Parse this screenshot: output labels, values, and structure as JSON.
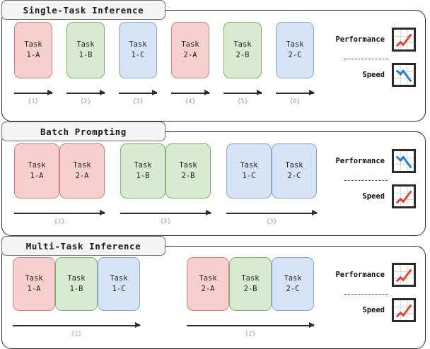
{
  "palette": {
    "red_fill": "#f6cfce",
    "red_border": "#cf8280",
    "green_fill": "#d9ead3",
    "green_border": "#86b06a",
    "blue_fill": "#d7e4f7",
    "blue_border": "#8aa6d6",
    "line_up": "#e8402a",
    "line_down": "#1f7fd4",
    "panel_border": "#2b2b2b",
    "step_label": "#9a9a9a"
  },
  "legend_common": {
    "performance_label": "Performance",
    "speed_label": "Speed"
  },
  "sections": [
    {
      "title": "Single-Task Inference",
      "groups": [
        {
          "cards": [
            {
              "l1": "Task",
              "l2": "1-A",
              "color": "red"
            }
          ],
          "step": "{1}"
        },
        {
          "cards": [
            {
              "l1": "Task",
              "l2": "1-B",
              "color": "green"
            }
          ],
          "step": "{2}"
        },
        {
          "cards": [
            {
              "l1": "Task",
              "l2": "1-C",
              "color": "blue"
            }
          ],
          "step": "{3}"
        },
        {
          "cards": [
            {
              "l1": "Task",
              "l2": "2-A",
              "color": "red"
            }
          ],
          "step": "{4}"
        },
        {
          "cards": [
            {
              "l1": "Task",
              "l2": "2-B",
              "color": "green"
            }
          ],
          "step": "{5}"
        },
        {
          "cards": [
            {
              "l1": "Task",
              "l2": "2-C",
              "color": "blue"
            }
          ],
          "step": "{6}"
        }
      ],
      "legend": {
        "performance_label": "Performance",
        "performance_icon": "trend-up-red",
        "speed_label": "Speed",
        "speed_icon": "trend-down-blue"
      }
    },
    {
      "title": "Batch Prompting",
      "groups": [
        {
          "cards": [
            {
              "l1": "Task",
              "l2": "1-A",
              "color": "red"
            },
            {
              "l1": "Task",
              "l2": "2-A",
              "color": "red"
            }
          ],
          "step": "{1}"
        },
        {
          "cards": [
            {
              "l1": "Task",
              "l2": "1-B",
              "color": "green"
            },
            {
              "l1": "Task",
              "l2": "2-B",
              "color": "green"
            }
          ],
          "step": "{2}"
        },
        {
          "cards": [
            {
              "l1": "Task",
              "l2": "1-C",
              "color": "blue"
            },
            {
              "l1": "Task",
              "l2": "2-C",
              "color": "blue"
            }
          ],
          "step": "{3}"
        }
      ],
      "legend": {
        "performance_label": "Performance",
        "performance_icon": "trend-down-blue",
        "speed_label": "Speed",
        "speed_icon": "trend-up-red"
      }
    },
    {
      "title": "Multi-Task Inference",
      "groups": [
        {
          "cards": [
            {
              "l1": "Task",
              "l2": "1-A",
              "color": "red"
            },
            {
              "l1": "Task",
              "l2": "1-B",
              "color": "green"
            },
            {
              "l1": "Task",
              "l2": "1-C",
              "color": "blue"
            }
          ],
          "step": "{1}"
        },
        {
          "cards": [
            {
              "l1": "Task",
              "l2": "2-A",
              "color": "red"
            },
            {
              "l1": "Task",
              "l2": "2-B",
              "color": "green"
            },
            {
              "l1": "Task",
              "l2": "2-C",
              "color": "blue"
            }
          ],
          "step": "{2}"
        }
      ],
      "legend": {
        "performance_label": "Performance",
        "performance_icon": "trend-up-red",
        "speed_label": "Speed",
        "speed_icon": "trend-up-red"
      }
    }
  ]
}
